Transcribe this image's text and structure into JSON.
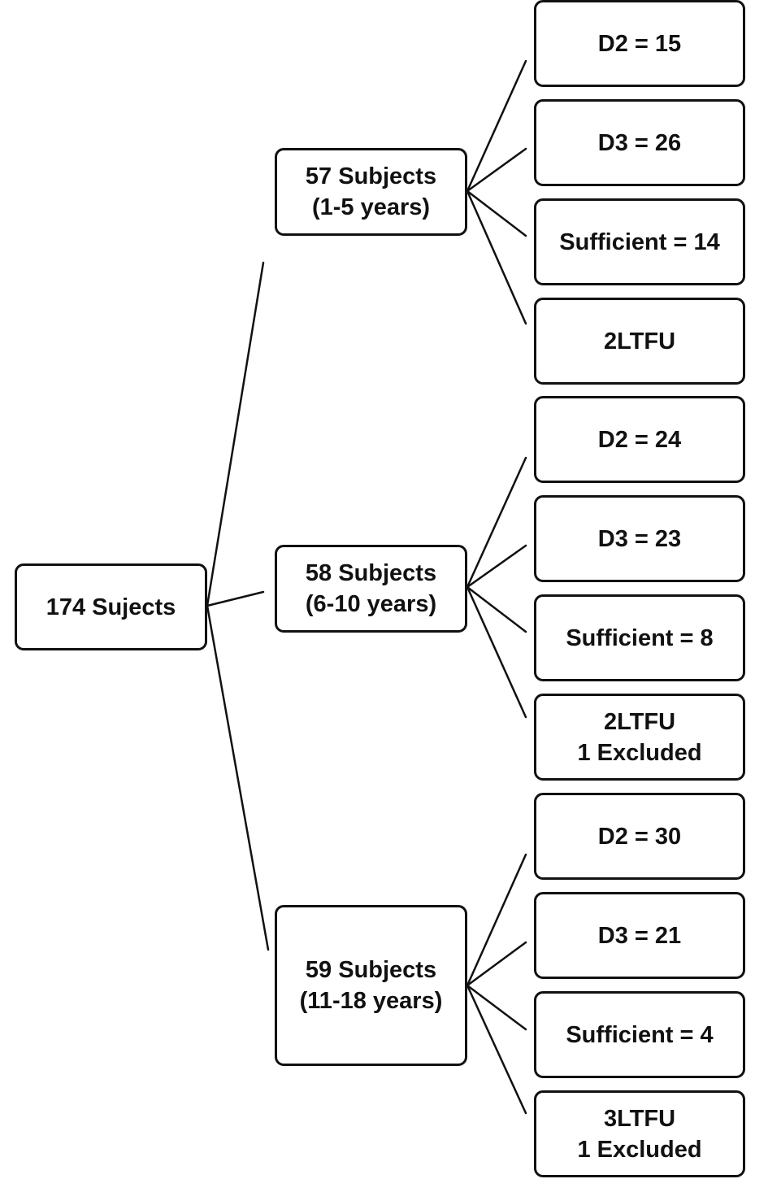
{
  "root": {
    "lines": [
      "174 Sujects"
    ]
  },
  "groups": [
    {
      "label": [
        "57 Subjects",
        "(1-5 years)"
      ],
      "outcomes": [
        {
          "lines": [
            "D2 = 15"
          ]
        },
        {
          "lines": [
            "D3 = 26"
          ]
        },
        {
          "lines": [
            "Sufficient = 14"
          ]
        },
        {
          "lines": [
            "2LTFU"
          ]
        }
      ]
    },
    {
      "label": [
        "58 Subjects",
        "(6-10 years)"
      ],
      "outcomes": [
        {
          "lines": [
            "D2 = 24"
          ]
        },
        {
          "lines": [
            "D3 = 23"
          ]
        },
        {
          "lines": [
            "Sufficient = 8"
          ]
        },
        {
          "lines": [
            "2LTFU",
            "1 Excluded"
          ]
        }
      ]
    },
    {
      "label": [
        "59 Subjects",
        "(11-18 years)"
      ],
      "outcomes": [
        {
          "lines": [
            "D2 = 30"
          ]
        },
        {
          "lines": [
            "D3 = 21"
          ]
        },
        {
          "lines": [
            "Sufficient = 4"
          ]
        },
        {
          "lines": [
            "3LTFU",
            "1 Excluded"
          ]
        }
      ]
    }
  ]
}
